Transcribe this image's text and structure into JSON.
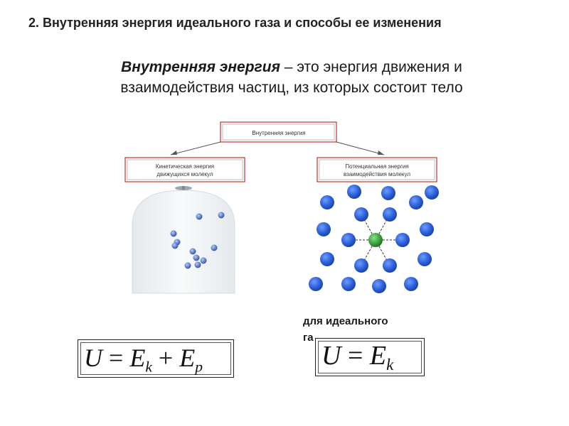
{
  "slide": {
    "title": "2. Внутренняя энергия идеального газа и способы ее изменения"
  },
  "definition": {
    "term": "Внутренняя энергия",
    "text": " – это энергия движения и взаимодействия частиц, из которых состоит тело"
  },
  "diagram": {
    "root_label": "Внутренняя энергия",
    "left_label_line1": "Кинетическая энергия",
    "left_label_line2": "движущихся молекул",
    "right_label_line1": "Потенциальная энергия",
    "right_label_line2": "взаимодействия молекул",
    "colors": {
      "box_border": "#c0392b",
      "molecule_blue": "#2b5fd9",
      "molecule_center": "#3aa13a",
      "dome": "#f1f4f6"
    }
  },
  "note": {
    "line1": "для идеального",
    "line2": "га"
  },
  "formulas": {
    "general": {
      "lhs": "U",
      "eq": "=",
      "e1": "E",
      "s1": "k",
      "plus": "+",
      "e2": "E",
      "s2": "p"
    },
    "ideal": {
      "lhs": "U",
      "eq": "=",
      "e1": "E",
      "s1": "k"
    }
  }
}
